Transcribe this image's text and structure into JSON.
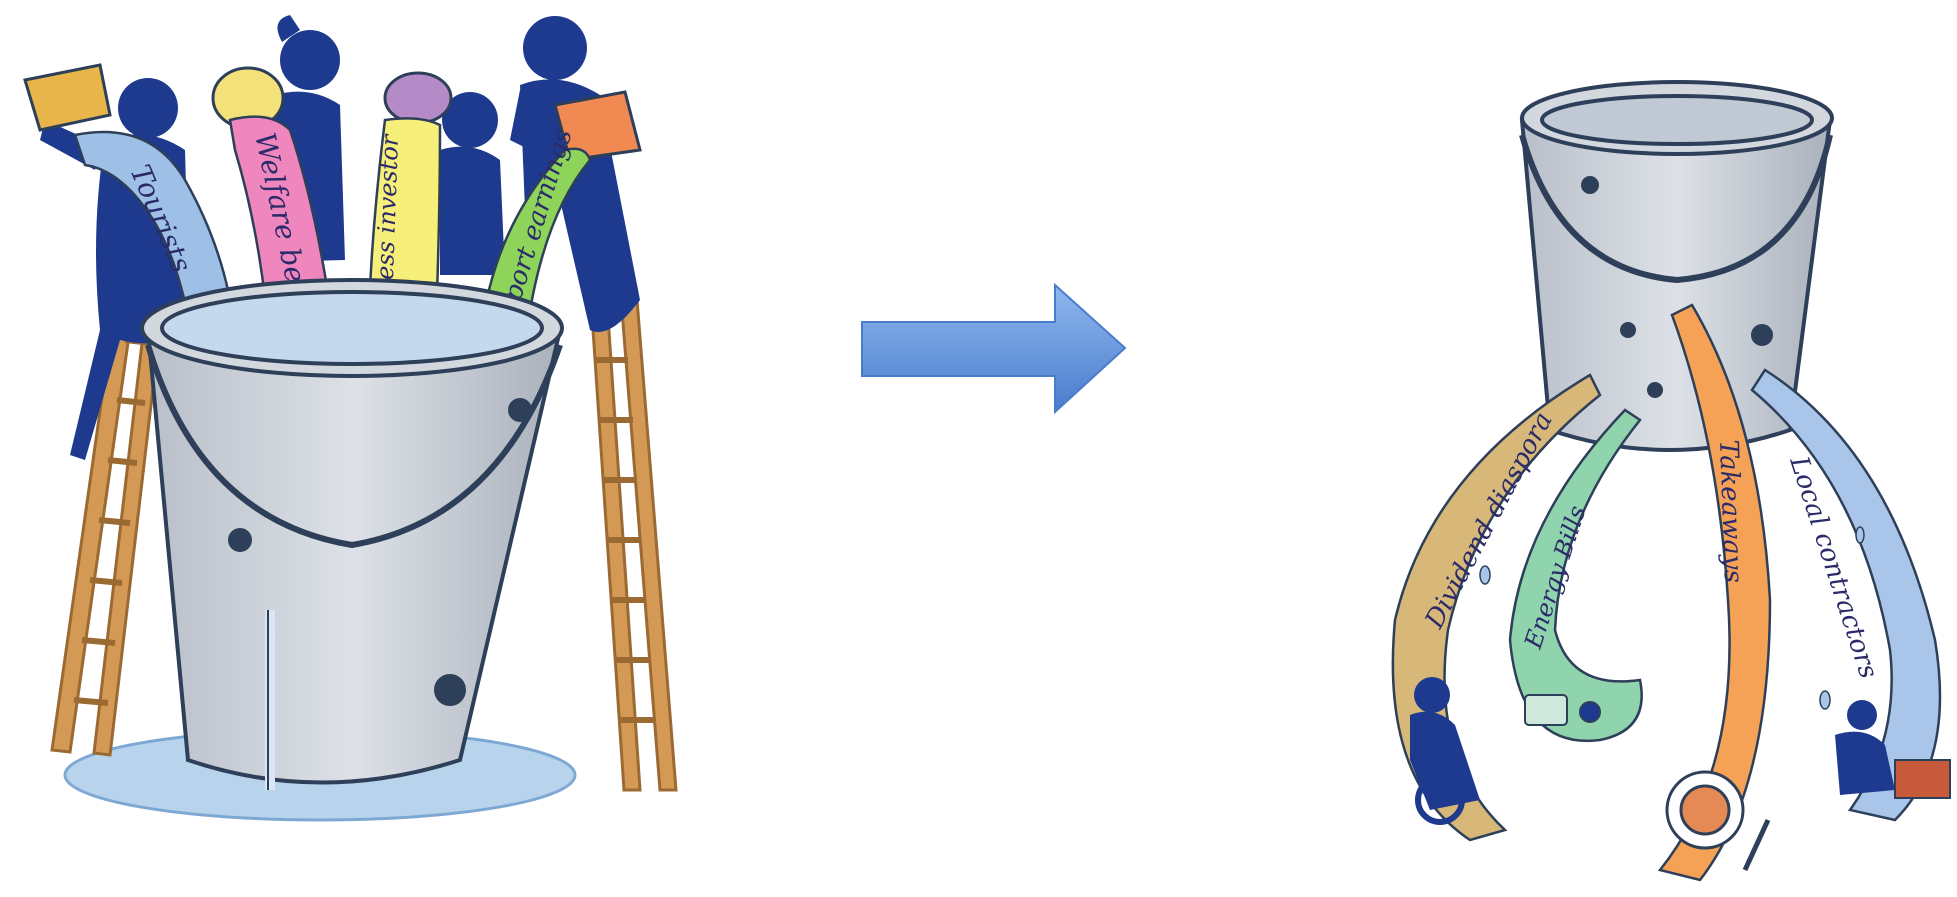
{
  "left_panel": {
    "streams": [
      {
        "label": "Tourists",
        "color": "#9fc0e6",
        "cup_color": "#e7b54a"
      },
      {
        "label": "Welfare benefit",
        "color": "#ef86bd",
        "cup_color": "#f3e27a"
      },
      {
        "label": "Business investor",
        "color": "#f6f07a",
        "cup_color": "#b58bc7"
      },
      {
        "label": "Export earnings",
        "color": "#8fd45a",
        "cup_color": "#f08a52"
      }
    ]
  },
  "right_panel": {
    "leaks": [
      {
        "label": "Dividend diaspora",
        "color": "#d8b878"
      },
      {
        "label": "Energy Bills",
        "color": "#8fd4ad"
      },
      {
        "label": "Takeaways",
        "color": "#f5a257"
      },
      {
        "label": "Local contractors",
        "color": "#a9c6ea"
      }
    ]
  },
  "colors": {
    "bucket": "#c9ced6",
    "bucket_outline": "#2e3f5a",
    "figure": "#1d3a8f",
    "ladder": "#d49a55",
    "puddle": "#b8d3ec",
    "arrow": "#5b8fd6"
  }
}
